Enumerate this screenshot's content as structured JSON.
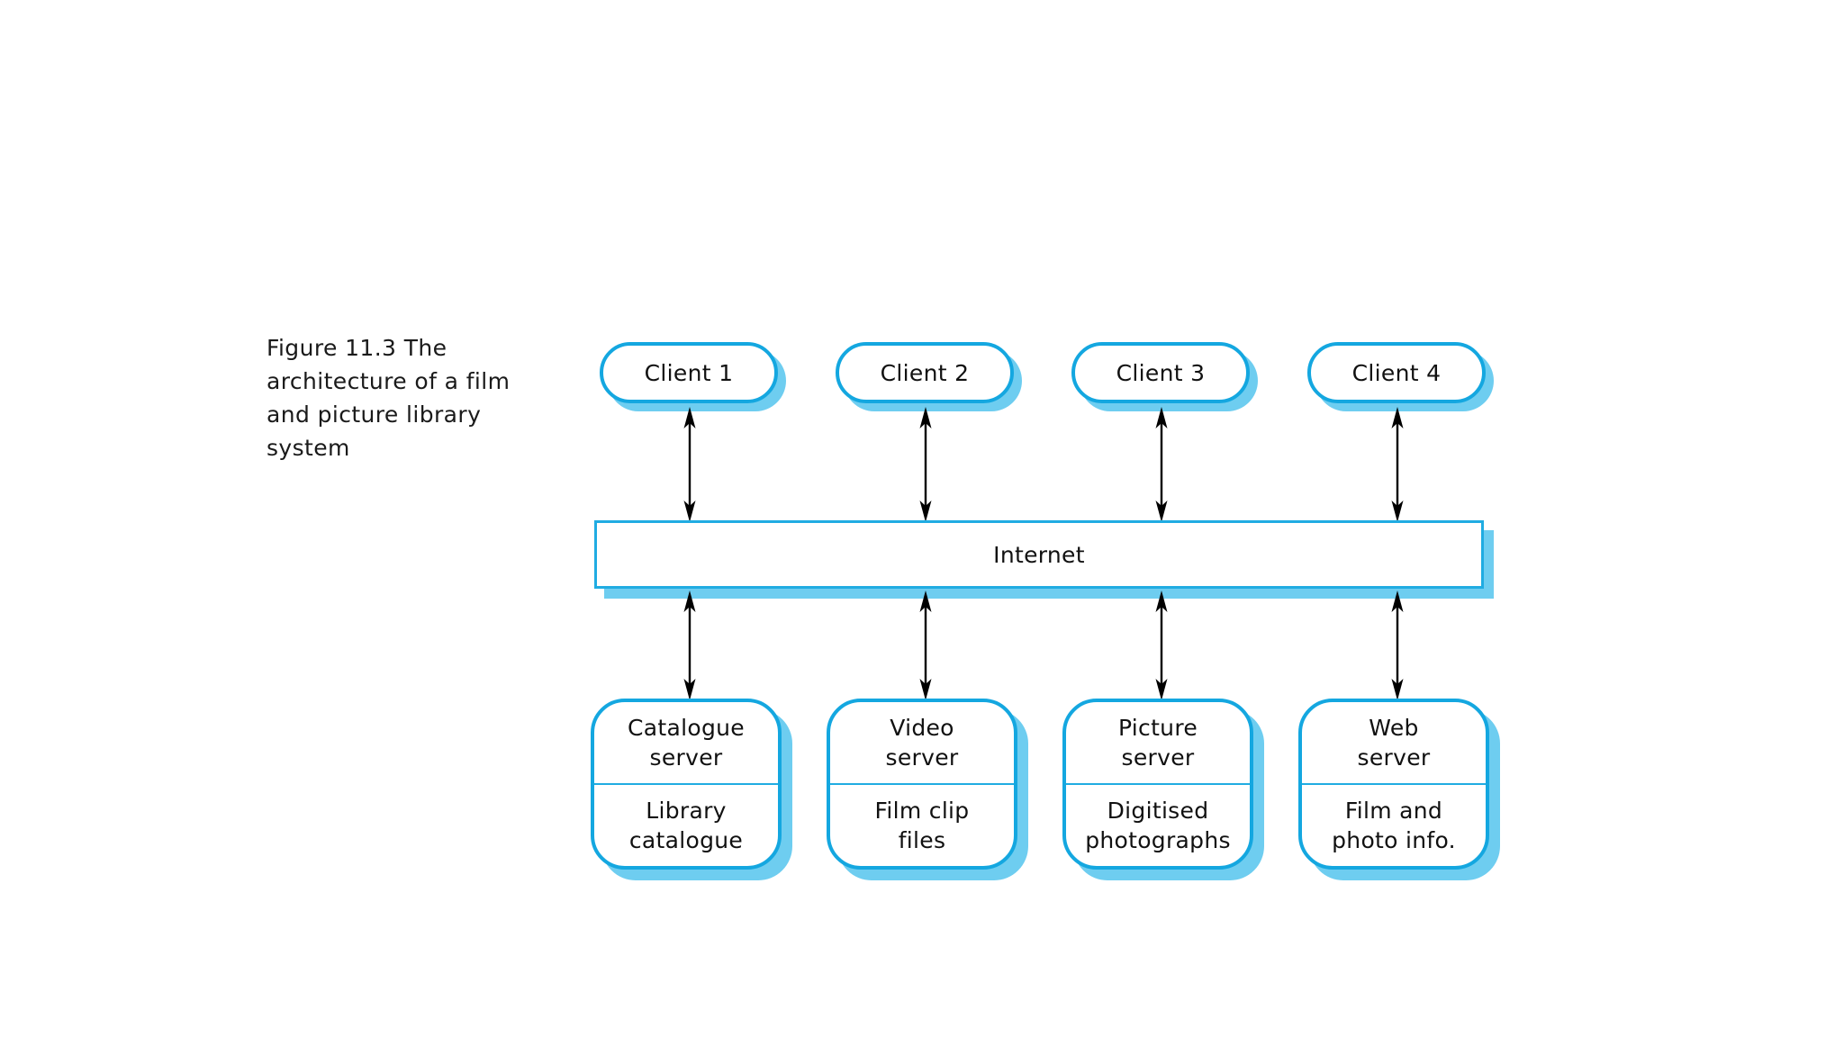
{
  "figure": {
    "caption": "Figure 11.3  The\narchitecture of a film\nand picture library\nsystem"
  },
  "colors": {
    "border": "#14a7e0",
    "shadow": "#6ecdf0",
    "bar_border": "#20ace2",
    "text": "#111111",
    "arrow": "#000000",
    "background": "#ffffff"
  },
  "clients": [
    {
      "label": "Client 1"
    },
    {
      "label": "Client 2"
    },
    {
      "label": "Client 3"
    },
    {
      "label": "Client 4"
    }
  ],
  "network": {
    "label": "Internet"
  },
  "servers": [
    {
      "role": "Catalogue\nserver",
      "content": "Library\ncatalogue"
    },
    {
      "role": "Video\nserver",
      "content": "Film clip\nfiles"
    },
    {
      "role": "Picture\nserver",
      "content": "Digitised\nphotographs"
    },
    {
      "role": "Web\nserver",
      "content": "Film and\nphoto info."
    }
  ],
  "connections": {
    "client_to_network": "bidirectional",
    "network_to_server": "bidirectional",
    "count_top": 4,
    "count_bottom": 4
  }
}
